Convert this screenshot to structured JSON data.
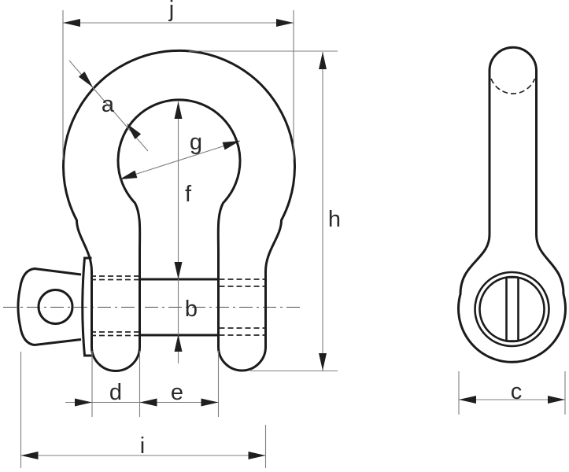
{
  "drawing": {
    "description": "Dimension diagram of a bow shackle with screw pin, front view and side view",
    "views": [
      {
        "name": "front-view",
        "dimension_ids": [
          "j",
          "a",
          "g",
          "f",
          "h",
          "b",
          "d",
          "e",
          "i"
        ]
      },
      {
        "name": "side-view",
        "dimension_ids": [
          "c"
        ]
      }
    ]
  },
  "dimensions": {
    "a": "a",
    "b": "b",
    "c": "c",
    "d": "d",
    "e": "e",
    "f": "f",
    "g": "g",
    "h": "h",
    "i": "i",
    "j": "j"
  },
  "colors": {
    "background": "#ffffff",
    "outline": "#1b1b1b",
    "dimension_lines": "#7f7f7f",
    "arrowheads": "#1f1f1f",
    "label_text": "#2a2a2a"
  }
}
